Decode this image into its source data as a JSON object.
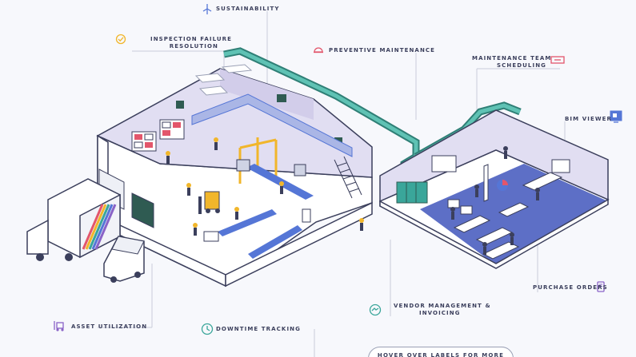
{
  "labels": {
    "sustainability": "SUSTAINABILITY",
    "inspection_line1": "INSPECTION FAILURE",
    "inspection_line2": "RESOLUTION",
    "preventive": "PREVENTIVE MAINTENANCE",
    "team_line1": "MAINTENANCE TEAM",
    "team_line2": "SCHEDULING",
    "bim": "BIM VIEWER",
    "purchase": "PURCHASE ORDERS",
    "vendor_line1": "VENDOR MANAGEMENT &",
    "vendor_line2": "INVOICING",
    "asset": "ASSET UTILIZATION",
    "downtime": "DOWNTIME TRACKING"
  },
  "hint": "HOVER OVER LABELS FOR MORE",
  "icons": {
    "sustainability": "wind-turbine-icon",
    "inspection": "check-badge-icon",
    "preventive": "hardhat-icon",
    "team": "toolbox-icon",
    "bim": "3d-model-icon",
    "purchase": "tablet-icon",
    "vendor": "handshake-icon",
    "asset": "forklift-icon",
    "downtime": "clock-arrow-icon"
  },
  "colors": {
    "accent_teal": "#3aa69a",
    "accent_red": "#e3566b",
    "accent_yellow": "#f1b62b",
    "accent_blue": "#5576d6",
    "accent_purple": "#8a63c7",
    "wall_lavender": "#e1def2",
    "floor_blue": "#5d6fc6",
    "text": "#3b3f5c"
  }
}
